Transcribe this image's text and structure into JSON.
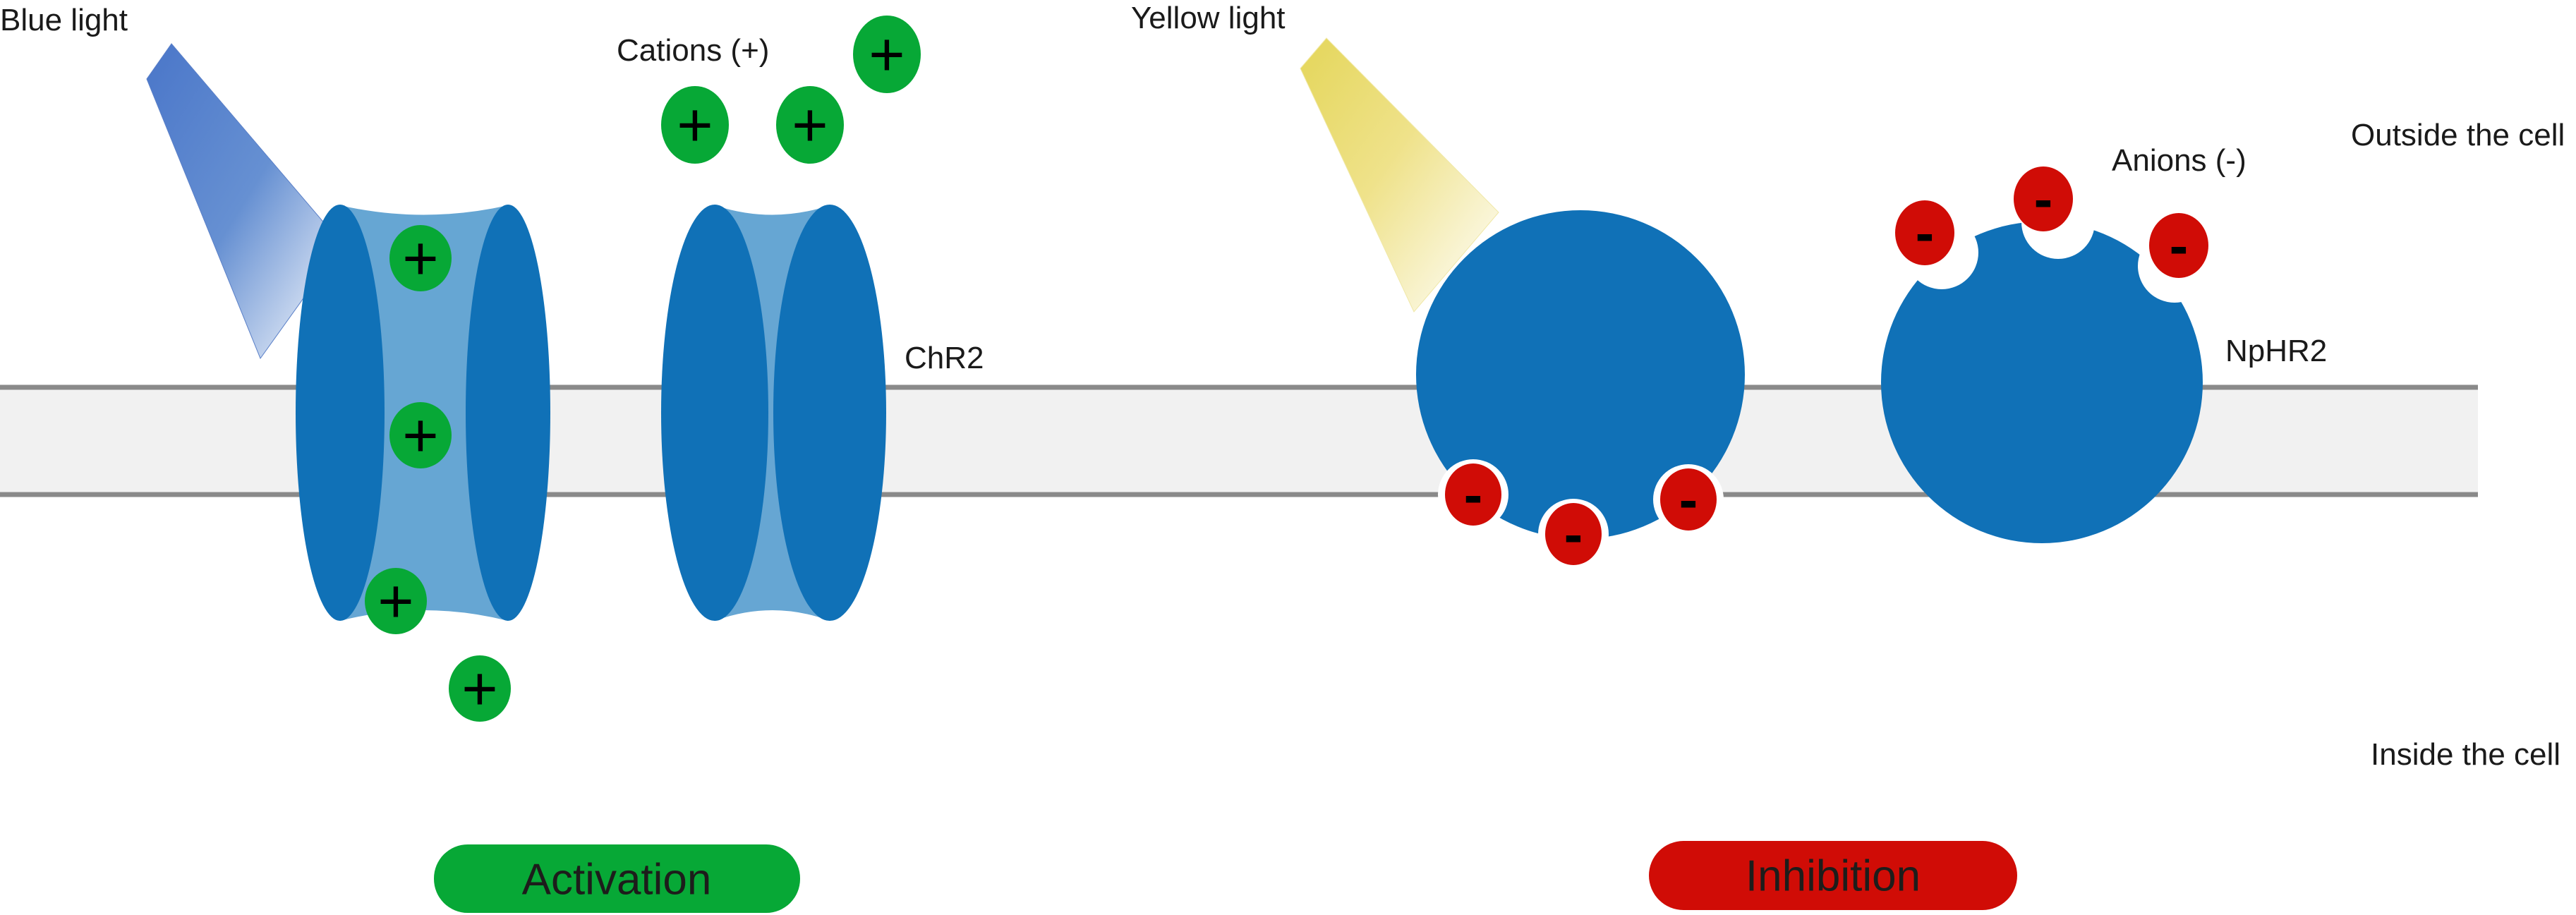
{
  "labels": {
    "blue_light": "Blue light",
    "yellow_light": "Yellow light",
    "cations": "Cations (+)",
    "anions": "Anions (-)",
    "chr2": "ChR2",
    "nphr2": "NpHR2",
    "outside": "Outside the cell",
    "inside": "Inside the cell"
  },
  "pills": {
    "activation": "Activation",
    "inhibition": "Inhibition"
  },
  "ions": {
    "cation_symbol": "+",
    "anion_symbol": "-"
  },
  "colors": {
    "protein_dark": "#1071b7",
    "protein_light": "#66a6d3",
    "cation": "#07a836",
    "anion": "#d00c06",
    "membrane_line": "#8a8a8a",
    "membrane_fill": "#f1f1f1",
    "blue_light": "#4a76c9",
    "yellow_light": "#e6d85e"
  }
}
